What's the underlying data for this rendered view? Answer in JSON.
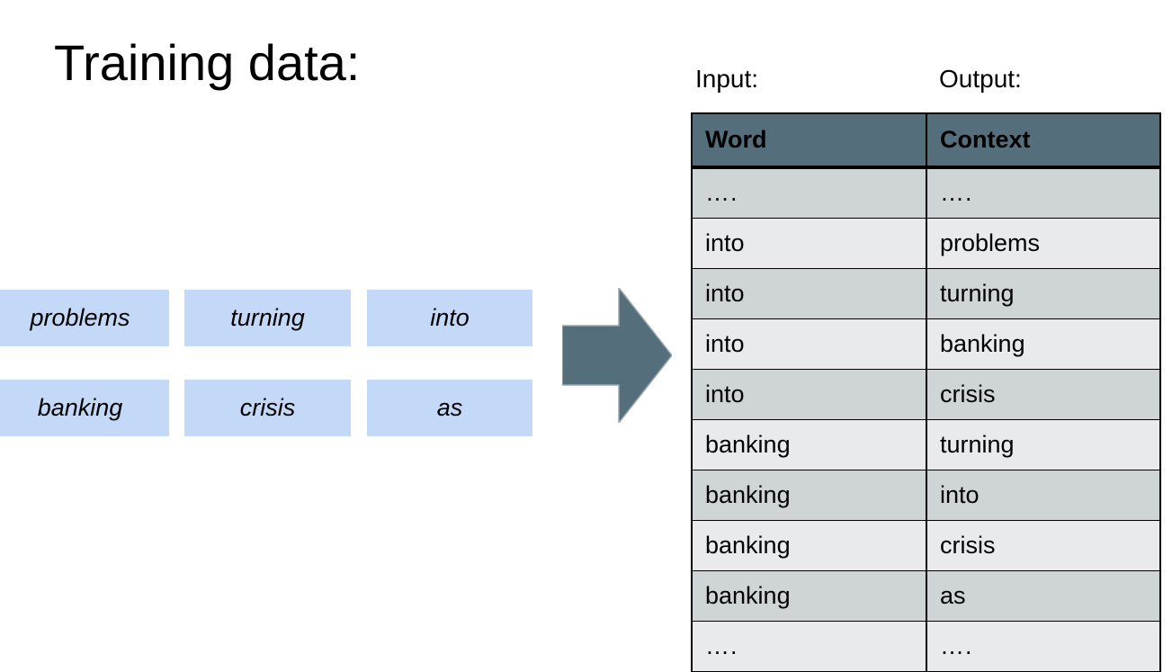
{
  "slide": {
    "title": "Training data:"
  },
  "tokens": {
    "rows": [
      [
        "problems",
        "turning",
        "into"
      ],
      [
        "banking",
        "crisis",
        "as"
      ]
    ]
  },
  "arrow": {
    "name": "right-block-arrow",
    "color": "#546E7B"
  },
  "captions": {
    "input": "Input:",
    "output": "Output:"
  },
  "table": {
    "headers": [
      "Word",
      "Context"
    ],
    "rows": [
      [
        "….",
        "…."
      ],
      [
        "into",
        "problems"
      ],
      [
        "into",
        "turning"
      ],
      [
        "into",
        "banking"
      ],
      [
        "into",
        "crisis"
      ],
      [
        "banking",
        "turning"
      ],
      [
        "banking",
        "into"
      ],
      [
        "banking",
        "crisis"
      ],
      [
        "banking",
        "as"
      ],
      [
        "….",
        "…."
      ]
    ]
  },
  "colors": {
    "header_fill": "#546E7B",
    "row_dark": "#CFD4D7",
    "row_light": "#E9EAEC",
    "token_fill": "#C3D9F7",
    "text": "#000000"
  }
}
